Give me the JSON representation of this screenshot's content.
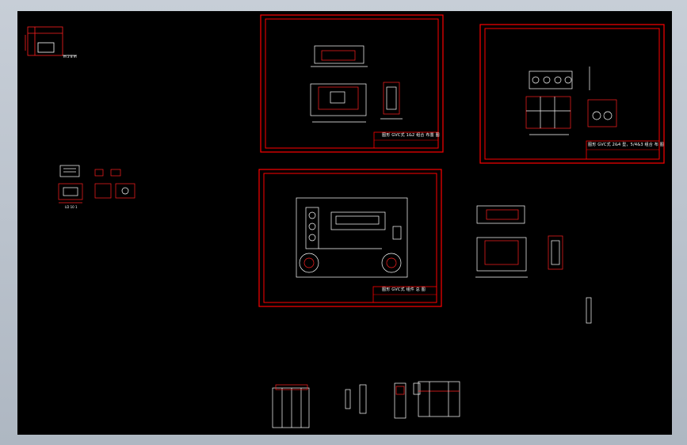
{
  "colors": {
    "background": "#000000",
    "frame": "#ff0000",
    "geometry": "#ffffff",
    "accent": "#ff2020",
    "window_chrome": "#b9c1cb"
  },
  "sheets": [
    {
      "title": "图形 GVC式 1&2 组合 布置 图"
    },
    {
      "title": "图形 GVC式 2&4 型，5/4&3 组合 布 图"
    },
    {
      "title": "图形 GVC式 组件 总 图"
    }
  ],
  "notes": {
    "top_left_label": "m 2 8 m",
    "small_detail_label": "LD 10 1"
  }
}
